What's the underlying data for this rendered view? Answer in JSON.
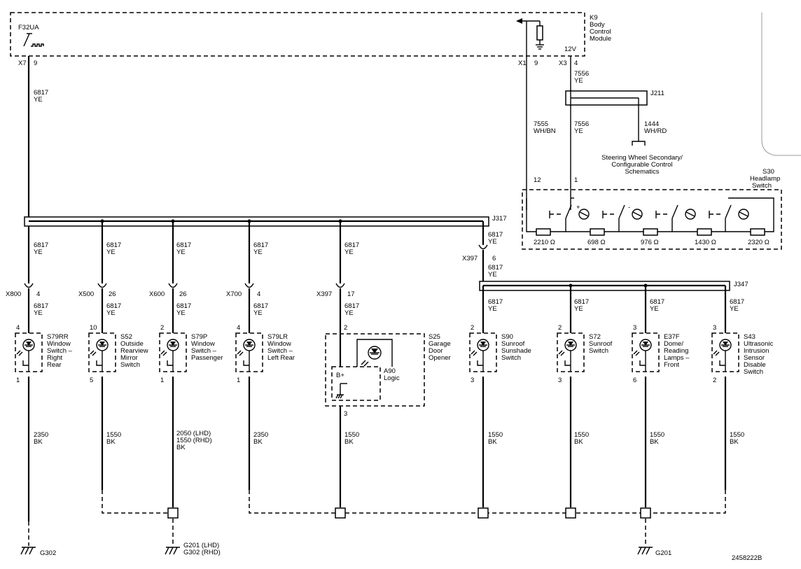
{
  "modules": {
    "bcm": {
      "id": "K9",
      "name_lines": [
        "Body",
        "Control",
        "Module"
      ],
      "fuse": "F32UA",
      "voltage": "12V"
    },
    "headlamp_switch": {
      "id": "S30",
      "name_lines": [
        "Headlamp",
        "Switch"
      ],
      "resistors": [
        "2210 Ω",
        "698 Ω",
        "976 Ω",
        "1430 Ω",
        "2320 Ω"
      ],
      "symbols": [
        "+",
        "-"
      ]
    },
    "garage": {
      "id": "S25",
      "name_lines": [
        "Garage",
        "Door",
        "Opener"
      ],
      "sub_id": "A90",
      "sub_name": "Logic",
      "bplus": "B+"
    },
    "steering": {
      "lines": [
        "Steering Wheel Secondary/",
        "Configurable Control",
        "Schematics"
      ]
    }
  },
  "connectors": {
    "x7": "X7",
    "x7_pin": "9",
    "x1": "X1",
    "x1_pin": "9",
    "x3": "X3",
    "x3_pin": "4",
    "x800": "X800",
    "x800_pin": "4",
    "x500": "X500",
    "x500_pin": "26",
    "x600": "X600",
    "x600_pin": "26",
    "x700": "X700",
    "x700_pin": "4",
    "x397a": "X397",
    "x397a_pin": "17",
    "x397b": "X397",
    "x397b_pin": "6",
    "s30_pin12": "12",
    "s30_pin1": "1"
  },
  "splices": {
    "j317": "J317",
    "j347": "J347",
    "j211": "J211"
  },
  "wires": {
    "w6817": "6817",
    "ye": "YE",
    "w7556": "7556",
    "w7555": "7555",
    "whbn": "WH/BN",
    "w1444": "1444",
    "whrd": "WH/RD",
    "w2350": "2350",
    "w1550": "1550",
    "bk": "BK",
    "w2050lhd": "2050 (LHD)",
    "w1550rhd": "1550 (RHD)"
  },
  "switches": [
    {
      "id": "S79RR",
      "lines": [
        "Window",
        "Switch –",
        "Right",
        "Rear"
      ],
      "top_pin": "4",
      "bottom_pin": "1"
    },
    {
      "id": "S52",
      "lines": [
        "Outside",
        "Rearview",
        "Mirror",
        "Switch"
      ],
      "top_pin": "10",
      "bottom_pin": "5"
    },
    {
      "id": "S79P",
      "lines": [
        "Window",
        "Switch –",
        "Passenger"
      ],
      "top_pin": "2",
      "bottom_pin": "1"
    },
    {
      "id": "S79LR",
      "lines": [
        "Window",
        "Switch –",
        "Left Rear"
      ],
      "top_pin": "4",
      "bottom_pin": "1"
    },
    {
      "id": "S90",
      "lines": [
        "Sunroof",
        "Sunshade",
        "Switch"
      ],
      "top_pin": "2",
      "bottom_pin": "3"
    },
    {
      "id": "S72",
      "lines": [
        "Sunroof",
        "Switch"
      ],
      "top_pin": "2",
      "bottom_pin": "3"
    },
    {
      "id": "E37F",
      "lines": [
        "Dome/",
        "Reading",
        "Lamps –",
        "Front"
      ],
      "top_pin": "3",
      "bottom_pin": "6"
    },
    {
      "id": "S43",
      "lines": [
        "Ultrasonic",
        "Intrusion",
        "Sensor",
        "Disable",
        "Switch"
      ],
      "top_pin": "3",
      "bottom_pin": "2"
    }
  ],
  "garage_pins": {
    "top": "2",
    "bottom": "3"
  },
  "grounds": {
    "g302": "G302",
    "g201_lhd": "G201 (LHD)",
    "g302_rhd": "G302 (RHD)",
    "g201": "G201"
  },
  "footer": {
    "figure_id": "2458222B"
  }
}
